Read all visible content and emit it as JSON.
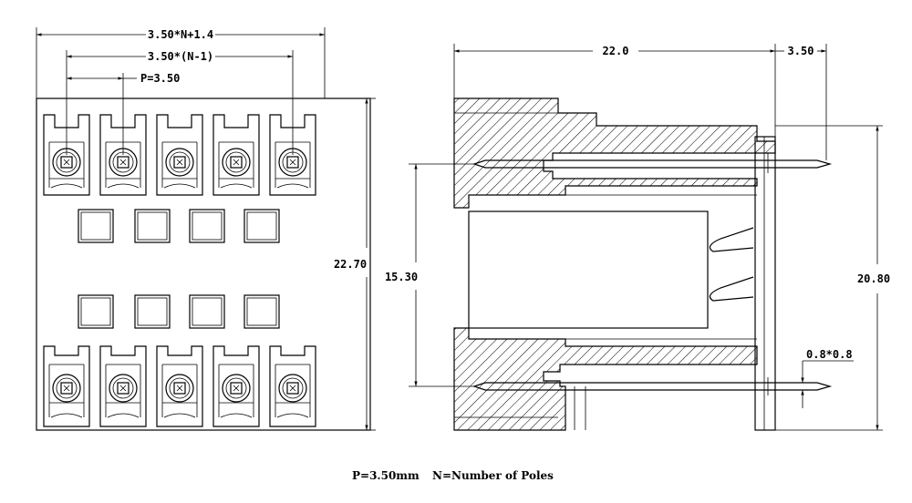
{
  "front_view": {
    "dim_overall_width": "3.50*N+1.4",
    "dim_span": "3.50*(N-1)",
    "dim_pitch": "P=3.50",
    "dim_height": "22.70"
  },
  "side_view": {
    "dim_body_length": "22.0",
    "dim_pin_extension": "3.50",
    "dim_pin_spacing": "15.30",
    "dim_overall_height": "20.80",
    "dim_pin_section": "0.8*0.8"
  },
  "footnote": {
    "pitch": "P=3.50mm",
    "poles": "N=Number of Poles"
  }
}
